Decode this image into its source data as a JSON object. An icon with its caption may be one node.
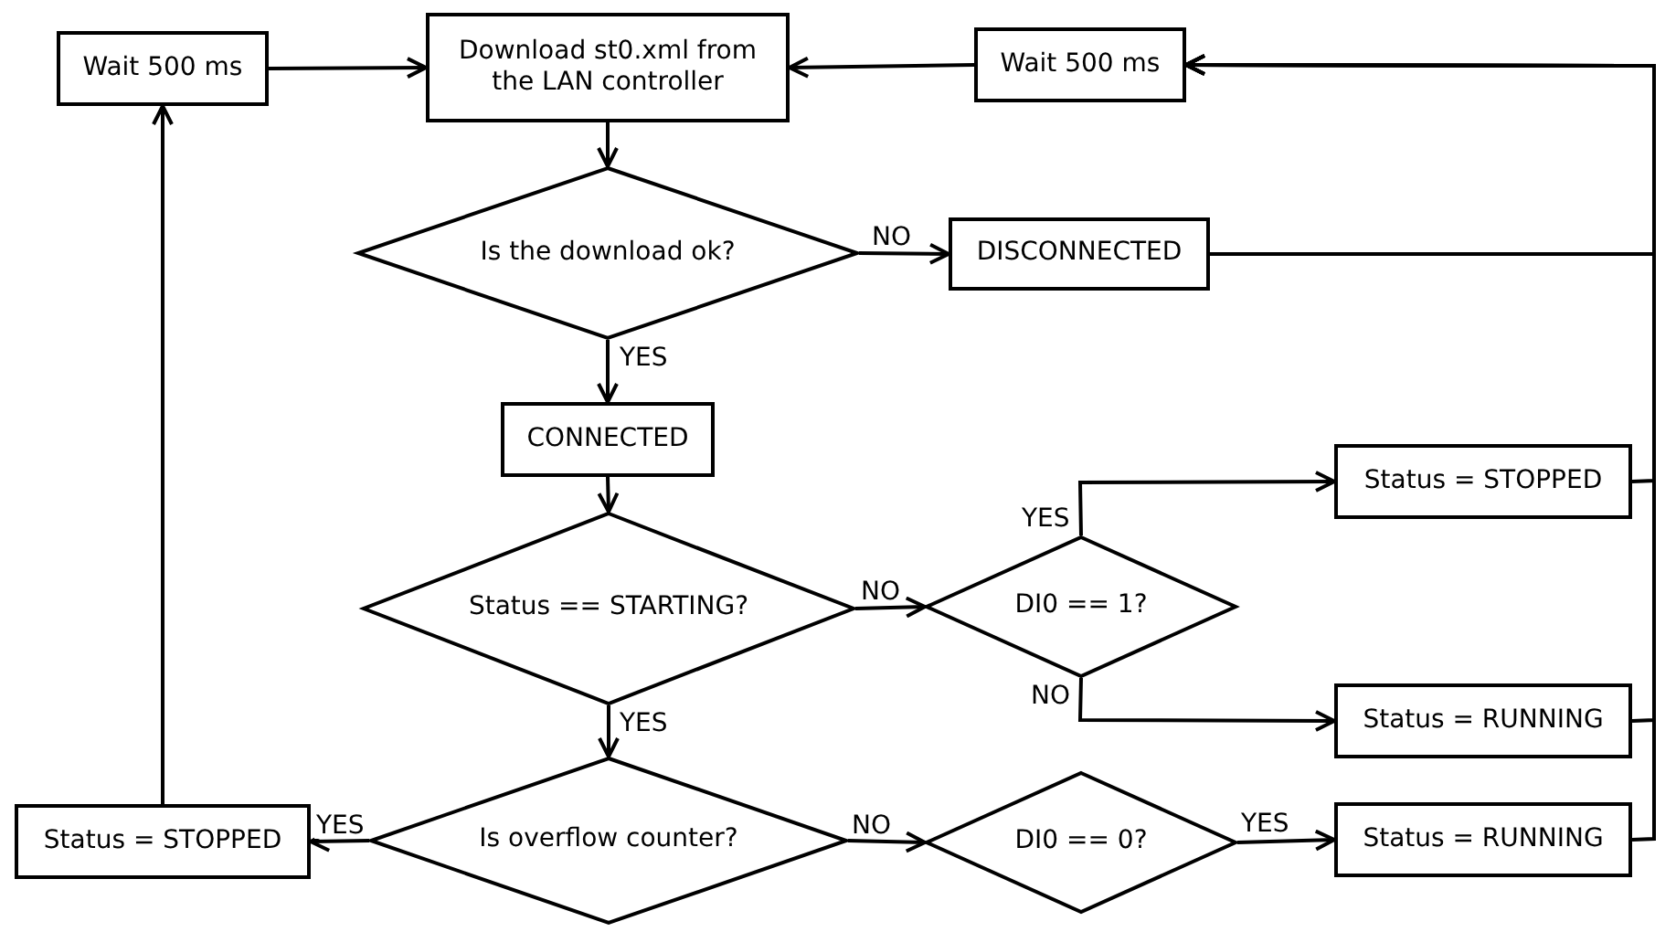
{
  "diagram": {
    "nodes": [
      {
        "text": [
          "Wait 500 ms"
        ]
      },
      {
        "text": [
          "Download st0.xml from the LAN controller"
        ]
      },
      {
        "text": [
          "Wait 500 ms"
        ]
      },
      {
        "text": [
          "Is the download ok?"
        ]
      },
      {
        "text": [
          "DISCONNECTED"
        ]
      },
      {
        "text": [
          "CONNECTED"
        ]
      },
      {
        "text": [
          "Status == STARTING?"
        ]
      },
      {
        "text": [
          "DI0 == 1?"
        ]
      },
      {
        "text": [
          "Status = STOPPED"
        ]
      },
      {
        "text": [
          "Status = RUNNING"
        ]
      },
      {
        "text": [
          "Status = STOPPED"
        ]
      },
      {
        "text": [
          "Is overflow counter?"
        ]
      },
      {
        "text": [
          "DI0 == 0?"
        ]
      },
      {
        "text": [
          "Status = RUNNING"
        ]
      }
    ],
    "edges": [
      {
        "from": 0,
        "to": 1,
        "arrow": "to"
      },
      {
        "from": 2,
        "to": 1,
        "arrow": "to"
      },
      {
        "from": 1,
        "to": 3,
        "arrow": "to"
      },
      {
        "from": 3,
        "to": 4,
        "arrow": "to",
        "label": "NO"
      },
      {
        "from": 3,
        "to": 5,
        "arrow": "to",
        "label": "YES"
      },
      {
        "from": 5,
        "to": 6,
        "arrow": "to"
      },
      {
        "from": 6,
        "to": 7,
        "arrow": "to",
        "label": "NO"
      },
      {
        "from": 7,
        "to": 8,
        "arrow": "to",
        "label": "YES"
      },
      {
        "from": 7,
        "to": 9,
        "arrow": "to",
        "label": "NO"
      },
      {
        "from": 6,
        "to": 11,
        "arrow": "to",
        "label": "YES"
      },
      {
        "from": 11,
        "to": 10,
        "arrow": "to",
        "label": "YES"
      },
      {
        "from": 10,
        "to": 0,
        "arrow": "to"
      },
      {
        "from": 11,
        "to": 12,
        "arrow": "to",
        "label": "NO"
      },
      {
        "from": 12,
        "to": 13,
        "arrow": "to",
        "label": "YES"
      },
      {
        "from": 4,
        "to": 2,
        "arrow": "to"
      },
      {
        "from": 8,
        "to": 2,
        "arrow": "to"
      },
      {
        "from": 9,
        "to": 2,
        "arrow": "to"
      },
      {
        "from": 13,
        "to": 2,
        "arrow": "to"
      }
    ]
  }
}
